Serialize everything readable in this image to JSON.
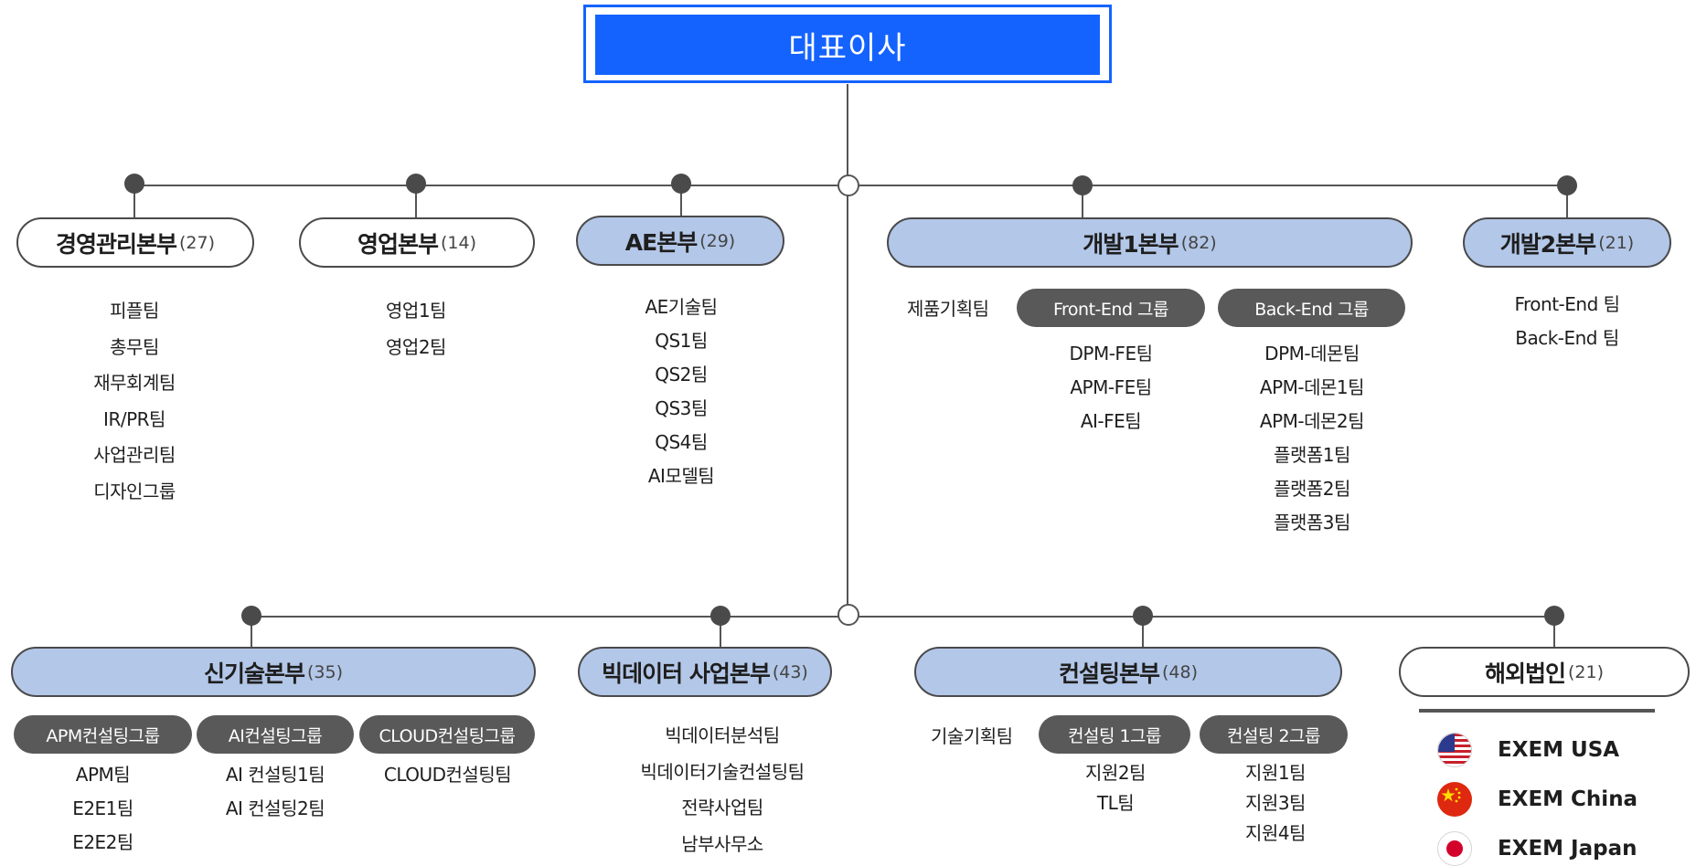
{
  "ceo": "대표이사",
  "divisions": {
    "mgmt": {
      "name": "경영관리본부",
      "count": "(27)"
    },
    "sales": {
      "name": "영업본부",
      "count": "(14)"
    },
    "ae": {
      "name": "AE본부",
      "count": "(29)"
    },
    "dev1": {
      "name": "개발1본부",
      "count": "(82)"
    },
    "dev2": {
      "name": "개발2본부",
      "count": "(21)"
    },
    "newtech": {
      "name": "신기술본부",
      "count": "(35)"
    },
    "bigdata": {
      "name": "빅데이터 사업본부",
      "count": "(43)"
    },
    "consulting": {
      "name": "컨설팅본부",
      "count": "(48)"
    },
    "overseas": {
      "name": "해외법인",
      "count": "(21)"
    }
  },
  "mgmt_teams": [
    "피플팀",
    "총무팀",
    "재무회계팀",
    "IR/PR팀",
    "사업관리팀",
    "디자인그룹"
  ],
  "sales_teams": [
    "영업1팀",
    "영업2팀"
  ],
  "ae_teams": [
    "AE기술팀",
    "QS1팀",
    "QS2팀",
    "QS3팀",
    "QS4팀",
    "AI모델팀"
  ],
  "dev1": {
    "planning": "제품기획팀",
    "groups": [
      {
        "name": "Front-End 그룹",
        "teams": [
          "DPM-FE팀",
          "APM-FE팀",
          "AI-FE팀"
        ]
      },
      {
        "name": "Back-End  그룹",
        "teams": [
          "DPM-데몬팀",
          "APM-데몬1팀",
          "APM-데몬2팀",
          "플랫폼1팀",
          "플랫폼2팀",
          "플랫폼3팀"
        ]
      }
    ]
  },
  "dev2_teams": [
    "Front-End 팀",
    "Back-End 팀"
  ],
  "newtech_groups": [
    {
      "name": "APM컨설팅그룹",
      "teams": [
        "APM팀",
        "E2E1팀",
        "E2E2팀"
      ]
    },
    {
      "name": "AI컨설팅그룹",
      "teams": [
        "AI 컨설팅1팀",
        "AI 컨설팅2팀"
      ]
    },
    {
      "name": "CLOUD컨설팅그룹",
      "teams": [
        "CLOUD컨설팅팀"
      ]
    }
  ],
  "bigdata_teams": [
    "빅데이터분석팀",
    "빅데이터기술컨설팅팀",
    "전략사업팀",
    "남부사무소"
  ],
  "consulting": {
    "planning": "기술기획팀",
    "groups": [
      {
        "name": "컨설팅 1그룹",
        "teams": [
          "지원2팀",
          "TL팀"
        ]
      },
      {
        "name": "컨설팅 2그룹",
        "teams": [
          "지원1팀",
          "지원3팀",
          "지원4팀"
        ]
      }
    ]
  },
  "overseas_entities": [
    {
      "name": "EXEM USA",
      "flag": "us-flag-icon"
    },
    {
      "name": "EXEM China",
      "flag": "china-flag-icon"
    },
    {
      "name": "EXEM Japan",
      "flag": "japan-flag-icon"
    }
  ],
  "colors": {
    "ceo": "#1463ff",
    "division_blue": "#b3c7e8",
    "chip": "#595959",
    "line": "#555555"
  }
}
